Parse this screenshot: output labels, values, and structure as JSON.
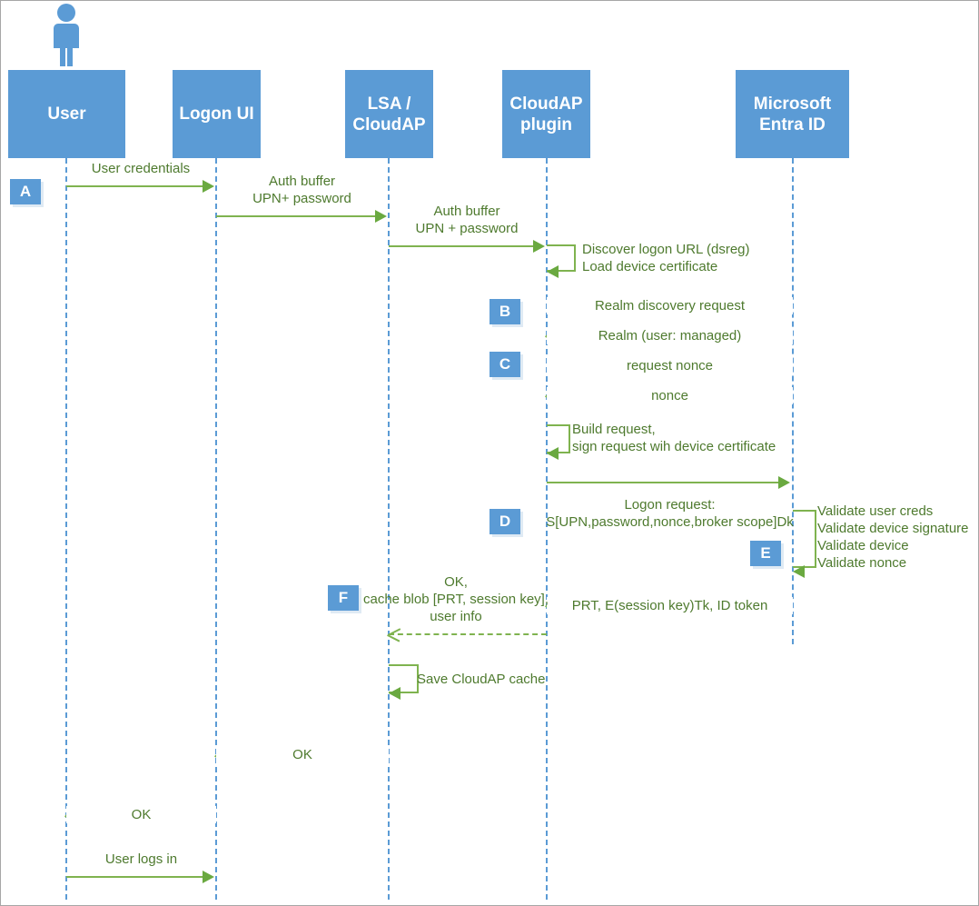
{
  "diagram": {
    "title": "Microsoft Entra ID password-based logon sequence",
    "colors": {
      "actor_fill": "#5B9BD5",
      "lifeline": "#5B9BD5",
      "message": "#70AD47",
      "message_text": "#4E7A2E",
      "frame_border": "#A6A6A6",
      "background": "#FFFFFF"
    }
  },
  "actors": [
    {
      "id": "user",
      "label": "User",
      "has_person_icon": true
    },
    {
      "id": "logonui",
      "label": "Logon UI",
      "has_person_icon": false
    },
    {
      "id": "lsa",
      "label": "LSA /\nCloudAP",
      "has_person_icon": false
    },
    {
      "id": "plugin",
      "label": "CloudAP\nplugin",
      "has_person_icon": false
    },
    {
      "id": "entra",
      "label": "Microsoft\nEntra ID",
      "has_person_icon": false
    }
  ],
  "steps": [
    {
      "id": "A",
      "label": "A"
    },
    {
      "id": "B",
      "label": "B"
    },
    {
      "id": "C",
      "label": "C"
    },
    {
      "id": "D",
      "label": "D"
    },
    {
      "id": "E",
      "label": "E"
    },
    {
      "id": "F",
      "label": "F"
    }
  ],
  "messages": [
    {
      "id": "m1",
      "from": "user",
      "to": "logonui",
      "style": "solid",
      "dir": "right",
      "label": "User credentials"
    },
    {
      "id": "m2",
      "from": "logonui",
      "to": "lsa",
      "style": "solid",
      "dir": "right",
      "label": "Auth buffer\nUPN+ password"
    },
    {
      "id": "m3",
      "from": "lsa",
      "to": "plugin",
      "style": "solid",
      "dir": "right",
      "label": "Auth buffer\nUPN + password"
    },
    {
      "id": "m4",
      "from": "plugin",
      "to": "plugin",
      "style": "self",
      "dir": "left",
      "label": "Discover logon URL (dsreg)\nLoad device certificate"
    },
    {
      "id": "m5",
      "from": "plugin",
      "to": "entra",
      "style": "solid",
      "dir": "right",
      "label": "Realm discovery request"
    },
    {
      "id": "m6",
      "from": "entra",
      "to": "plugin",
      "style": "dashed",
      "dir": "left",
      "label": "Realm (user: managed)"
    },
    {
      "id": "m7",
      "from": "plugin",
      "to": "entra",
      "style": "solid",
      "dir": "right",
      "label": "request nonce"
    },
    {
      "id": "m8",
      "from": "entra",
      "to": "plugin",
      "style": "dashed",
      "dir": "left",
      "label": "nonce"
    },
    {
      "id": "m9",
      "from": "plugin",
      "to": "plugin",
      "style": "self",
      "dir": "left",
      "label": "Build request,\nsign request wih device certificate"
    },
    {
      "id": "m10",
      "from": "plugin",
      "to": "entra",
      "style": "solid",
      "dir": "right",
      "label": "Logon request:\nS[UPN,password,nonce,broker scope]Dk"
    },
    {
      "id": "m11",
      "from": "entra",
      "to": "entra",
      "style": "self",
      "dir": "left",
      "label": "Validate user creds\nValidate device signature\nValidate device\nValidate nonce"
    },
    {
      "id": "m12",
      "from": "entra",
      "to": "plugin",
      "style": "dashed",
      "dir": "left",
      "label": "PRT, E(session key)Tk, ID token"
    },
    {
      "id": "m13",
      "from": "plugin",
      "to": "lsa",
      "style": "dashed",
      "dir": "left",
      "label": "OK,\ncache blob [PRT, session key],\nuser info"
    },
    {
      "id": "m14",
      "from": "lsa",
      "to": "lsa",
      "style": "self",
      "dir": "left",
      "label": "Save CloudAP cache"
    },
    {
      "id": "m15",
      "from": "lsa",
      "to": "logonui",
      "style": "dashed",
      "dir": "left",
      "label": "OK"
    },
    {
      "id": "m16",
      "from": "logonui",
      "to": "user",
      "style": "dashed",
      "dir": "left",
      "label": "OK"
    },
    {
      "id": "m17",
      "from": "user",
      "to": "logonui",
      "style": "solid",
      "dir": "right",
      "label": "User logs in"
    }
  ]
}
